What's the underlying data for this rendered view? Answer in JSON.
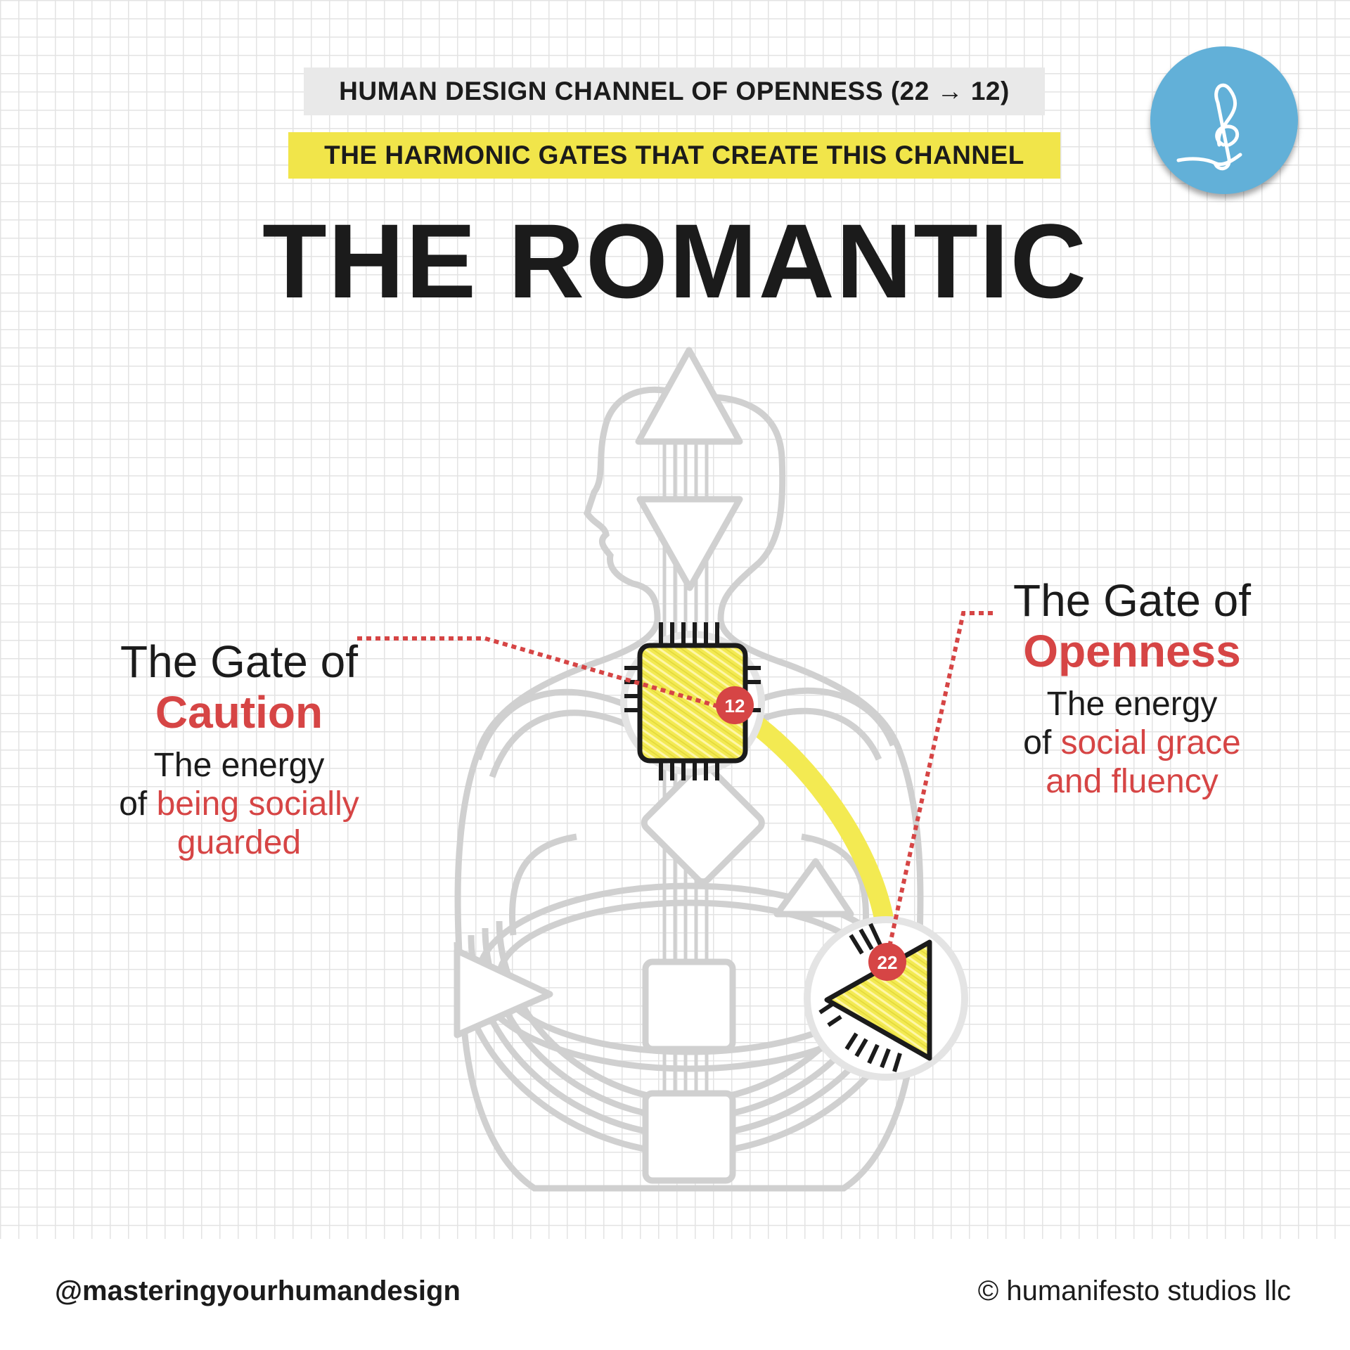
{
  "header": {
    "channel_label": "HUMAN DESIGN CHANNEL OF OPENNESS (22 → 12)",
    "subtitle_label": "THE HARMONIC GATES THAT CREATE THIS CHANNEL",
    "title": "THE ROMANTIC"
  },
  "logo": {
    "icon": "treble-clef-icon",
    "color": "#62b0d8"
  },
  "gates": {
    "left": {
      "number": "12",
      "title": "The Gate of",
      "name": "Caution",
      "desc_prefix": "The energy",
      "desc_of": "of",
      "desc_highlight_1": "being socially",
      "desc_highlight_2": "guarded"
    },
    "right": {
      "number": "22",
      "title": "The Gate of",
      "name": "Openness",
      "desc_prefix": "The energy",
      "desc_of": "of",
      "desc_highlight_1": "social grace",
      "desc_highlight_2": "and fluency"
    }
  },
  "colors": {
    "highlight": "#d64545",
    "channel_yellow": "#f3ea52",
    "outline_gray": "#d0d0d0"
  },
  "footer": {
    "handle": "@masteringyourhumandesign",
    "copyright": "© humanifesto studios llc"
  }
}
